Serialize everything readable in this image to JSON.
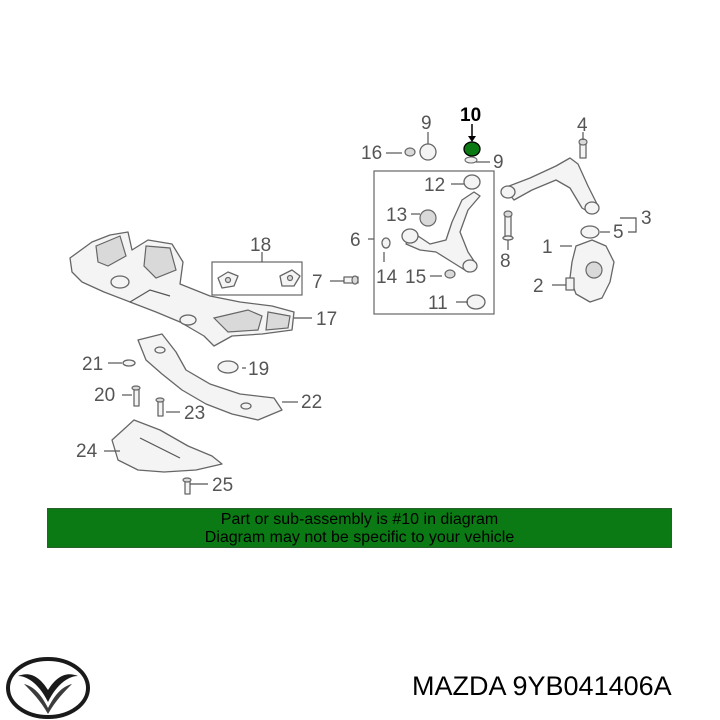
{
  "diagram": {
    "callouts": [
      "1",
      "2",
      "3",
      "4",
      "5",
      "6",
      "7",
      "8",
      "9",
      "9",
      "10",
      "11",
      "12",
      "13",
      "14",
      "15",
      "16",
      "17",
      "18",
      "19",
      "20",
      "21",
      "22",
      "23",
      "24",
      "25"
    ],
    "highlighted": "10",
    "highlight_color": "#0b7a14",
    "leader_color": "#555555"
  },
  "banner": {
    "line1": "Part or sub-assembly is #10 in diagram",
    "line2": "Diagram may not be specific to your vehicle",
    "color": "#0b7a14"
  },
  "brand": {
    "text": "MAZDA 9YB041406A",
    "logo": "mazda-logo-icon"
  }
}
